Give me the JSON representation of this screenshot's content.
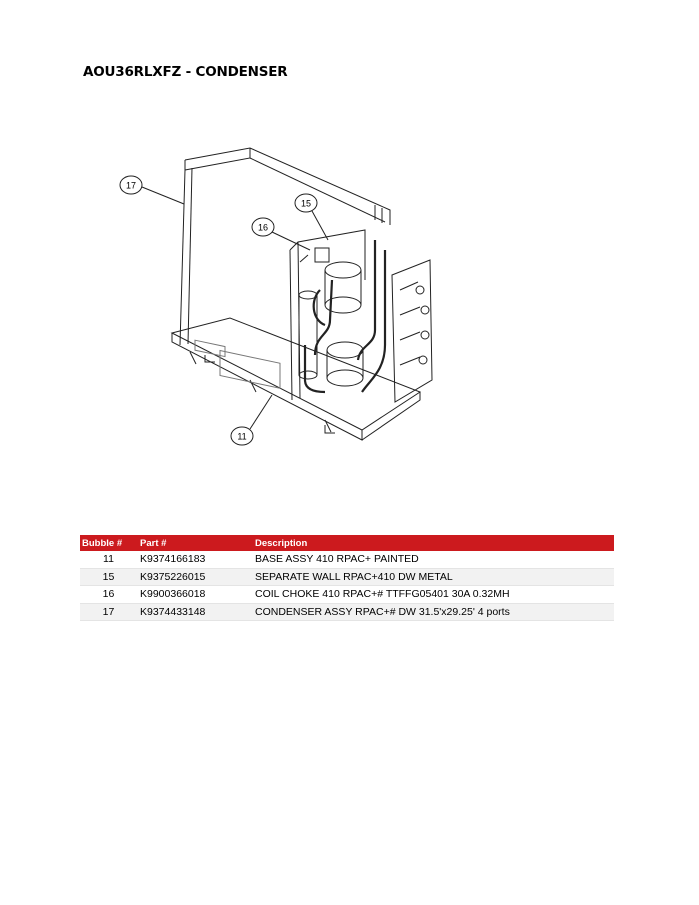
{
  "title": "AOU36RLXFZ - CONDENSER",
  "diagram": {
    "callouts": [
      "17",
      "16",
      "15",
      "11"
    ]
  },
  "table": {
    "headers": [
      "Bubble #",
      "Part #",
      "Description"
    ],
    "rows": [
      {
        "bubble": "11",
        "part": "K9374166183",
        "description": "BASE ASSY 410 RPAC+ PAINTED"
      },
      {
        "bubble": "15",
        "part": "K9375226015",
        "description": "SEPARATE WALL RPAC+410 DW METAL"
      },
      {
        "bubble": "16",
        "part": "K9900366018",
        "description": "COIL CHOKE 410 RPAC+# TTFFG05401 30A 0.32MH"
      },
      {
        "bubble": "17",
        "part": "K9374433148",
        "description": "CONDENSER ASSY RPAC+# DW 31.5'x29.25' 4 ports"
      }
    ]
  },
  "colors": {
    "header_bg": "#cc1a1e",
    "header_text": "#ffffff",
    "alt_row": "#f2f2f2"
  }
}
